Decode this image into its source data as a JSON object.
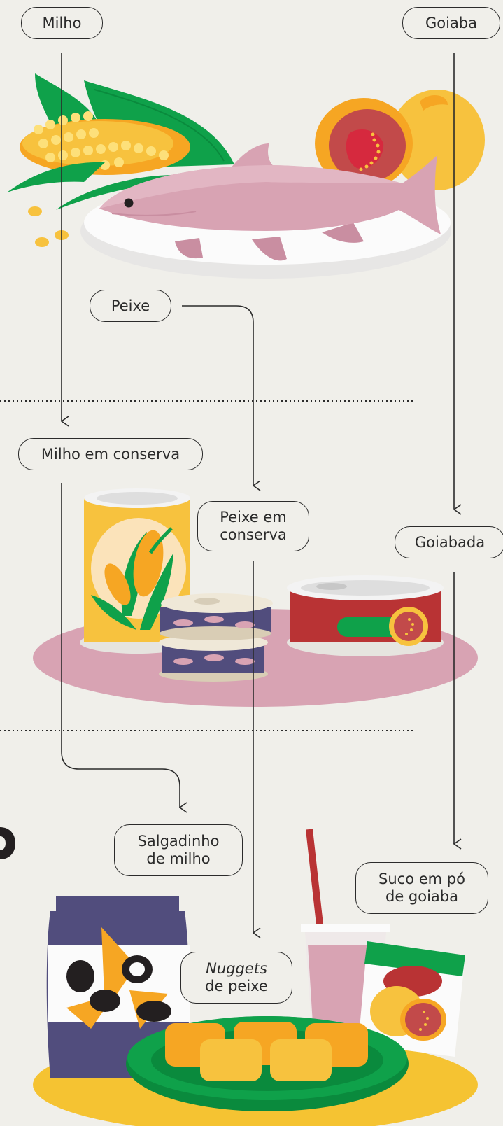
{
  "labels": {
    "milho": "Milho",
    "goiaba": "Goiaba",
    "peixe": "Peixe",
    "milho_conserva": "Milho em conserva",
    "peixe_conserva_1": "Peixe em",
    "peixe_conserva_2": "conserva",
    "goiabada": "Goiabada",
    "salgadinho_1": "Salgadinho",
    "salgadinho_2": "de milho",
    "suco_1": "Suco em pó",
    "suco_2": "de goiaba",
    "nuggets_1": "Nuggets",
    "nuggets_2": "de peixe"
  },
  "colors": {
    "background": "#f0efea",
    "line": "#2b2b2b",
    "corn_yellow": "#f7c23e",
    "leaf_green": "#0fa14a",
    "fish_pink": "#d8a3b3",
    "guava_red": "#c24a4a",
    "can_red": "#b93334",
    "navy": "#514d7d",
    "plate_gold": "#f5c332"
  }
}
